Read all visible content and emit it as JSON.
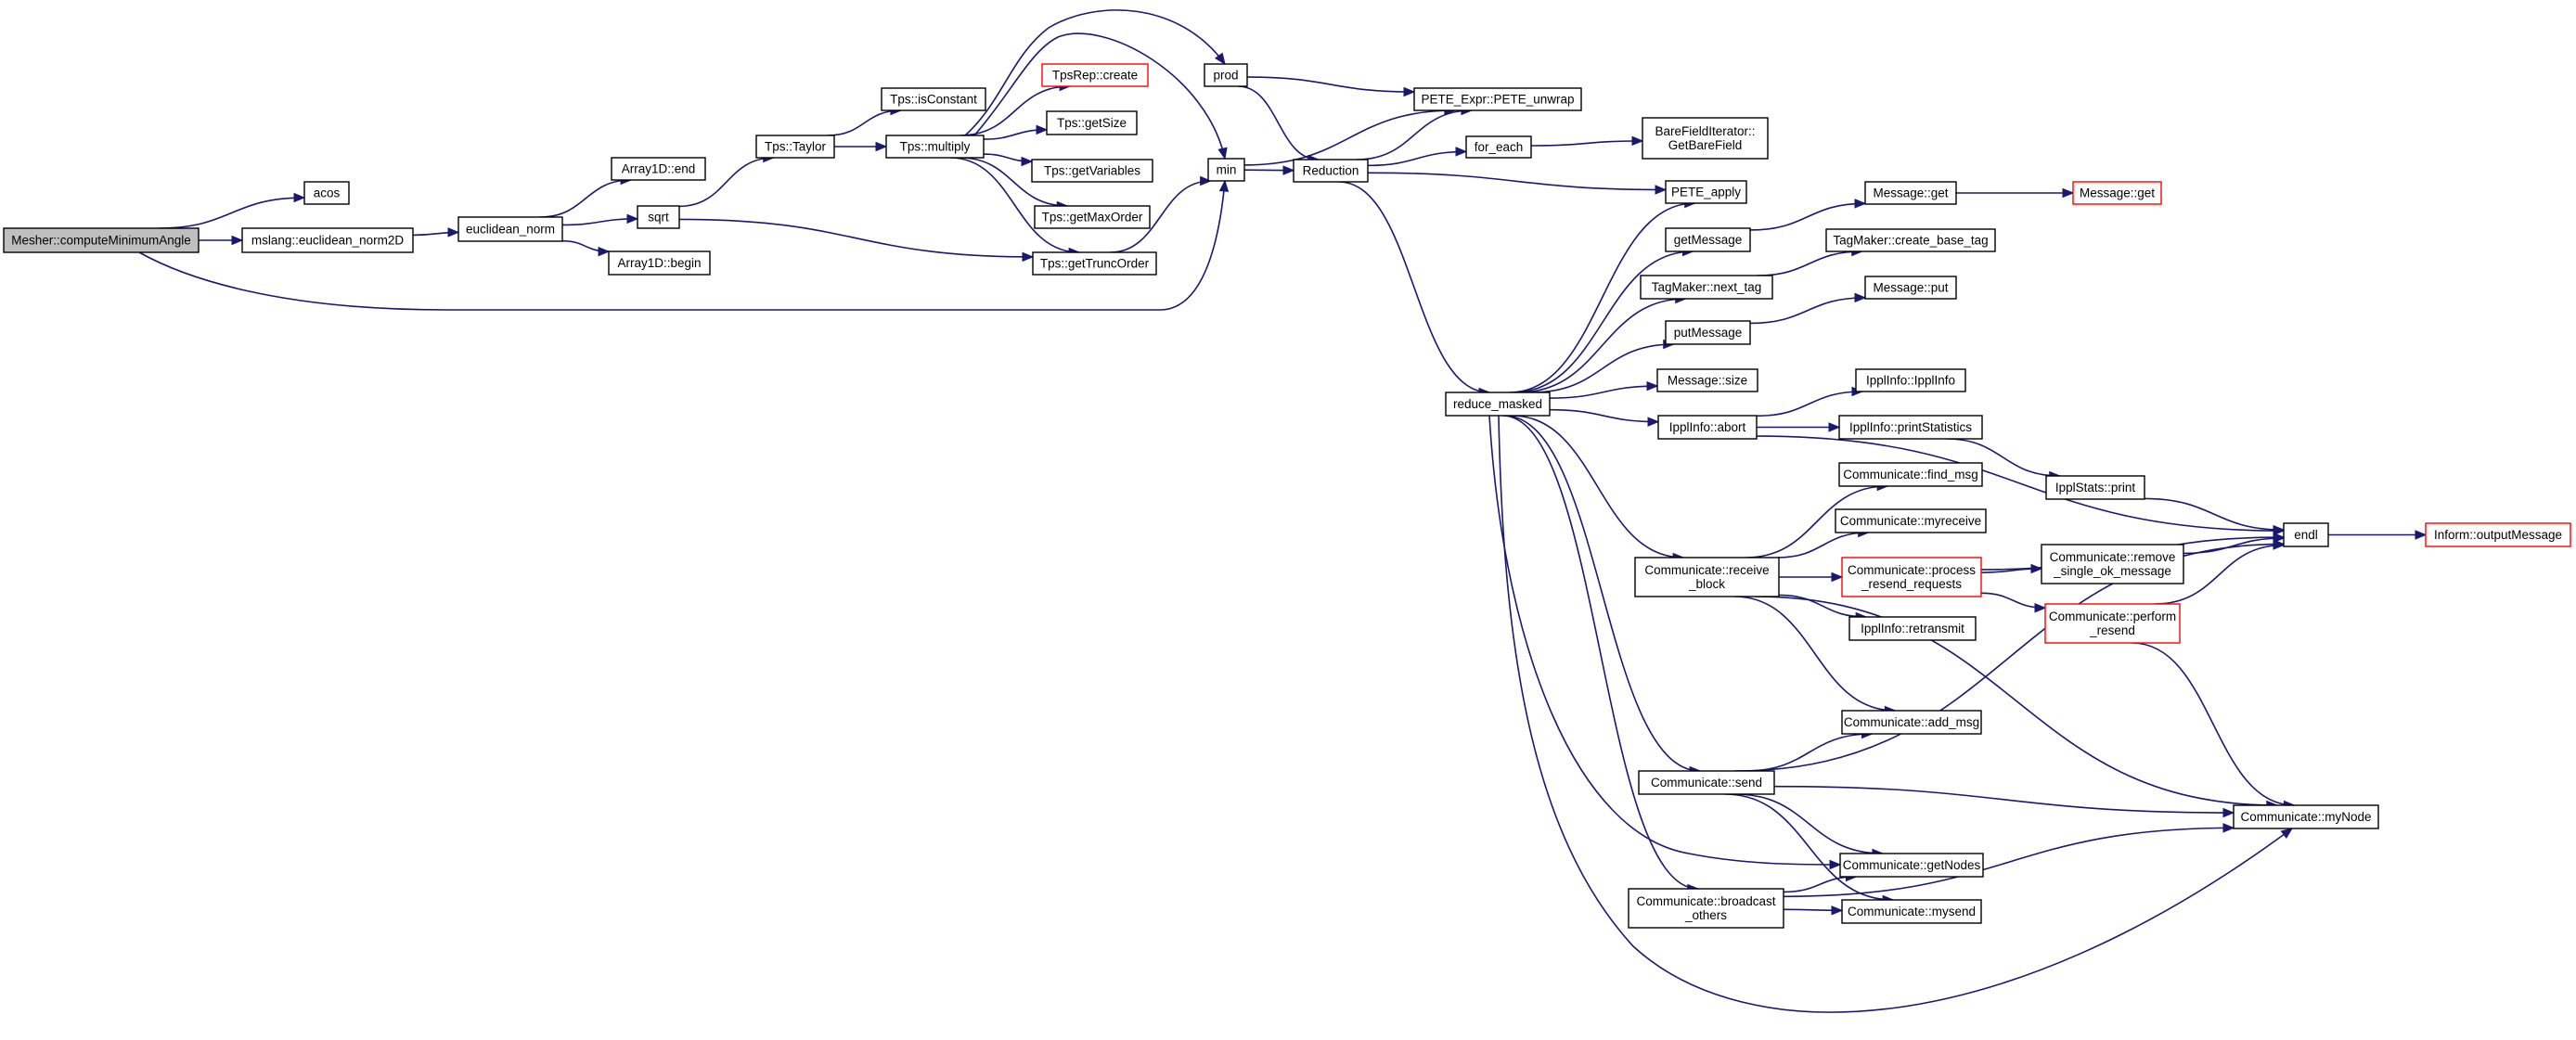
{
  "colors": {
    "edge": "#191970",
    "root_fill": "#bfbfbf",
    "truncated_border": "#ff0000"
  },
  "nodes": [
    {
      "id": "root",
      "label": "Mesher::computeMinimumAngle",
      "style": "root"
    },
    {
      "id": "acos",
      "label": "acos"
    },
    {
      "id": "mslang",
      "label": "mslang::euclidean_norm2D"
    },
    {
      "id": "enorm",
      "label": "euclidean_norm"
    },
    {
      "id": "a1end",
      "label": "Array1D::end"
    },
    {
      "id": "sqrt",
      "label": "sqrt"
    },
    {
      "id": "a1begin",
      "label": "Array1D::begin"
    },
    {
      "id": "taylor",
      "label": "Tps::Taylor"
    },
    {
      "id": "isconst",
      "label": "Tps::isConstant"
    },
    {
      "id": "mult",
      "label": "Tps::multiply"
    },
    {
      "id": "tpscreate",
      "label": "TpsRep::create",
      "style": "truncated"
    },
    {
      "id": "getsize",
      "label": "Tps::getSize"
    },
    {
      "id": "getvars",
      "label": "Tps::getVariables"
    },
    {
      "id": "getmax",
      "label": "Tps::getMaxOrder"
    },
    {
      "id": "gettrunc",
      "label": "Tps::getTruncOrder"
    },
    {
      "id": "prod",
      "label": "prod"
    },
    {
      "id": "min",
      "label": "min"
    },
    {
      "id": "reduction",
      "label": "Reduction"
    },
    {
      "id": "unwrap",
      "label": "PETE_Expr::PETE_unwrap"
    },
    {
      "id": "foreach",
      "label": "for_each"
    },
    {
      "id": "bare",
      "label": "BareFieldIterator::\nGetBareField"
    },
    {
      "id": "peteapply",
      "label": "PETE_apply"
    },
    {
      "id": "reduce",
      "label": "reduce_masked"
    },
    {
      "id": "getmsg",
      "label": "getMessage"
    },
    {
      "id": "msgget",
      "label": "Message::get"
    },
    {
      "id": "msgget2",
      "label": "Message::get",
      "style": "truncated"
    },
    {
      "id": "nexttag",
      "label": "TagMaker::next_tag"
    },
    {
      "id": "basetag",
      "label": "TagMaker::create_base_tag"
    },
    {
      "id": "putmsg",
      "label": "putMessage"
    },
    {
      "id": "msgput",
      "label": "Message::put"
    },
    {
      "id": "msgsize",
      "label": "Message::size"
    },
    {
      "id": "abort",
      "label": "IpplInfo::abort"
    },
    {
      "id": "ipplinfo",
      "label": "IpplInfo::IpplInfo"
    },
    {
      "id": "printstats",
      "label": "IpplInfo::printStatistics"
    },
    {
      "id": "statsprint",
      "label": "IpplStats::print"
    },
    {
      "id": "endl",
      "label": "endl"
    },
    {
      "id": "outmsg",
      "label": "Inform::outputMessage",
      "style": "truncated"
    },
    {
      "id": "findmsg",
      "label": "Communicate::find_msg"
    },
    {
      "id": "myrecv",
      "label": "Communicate::myreceive"
    },
    {
      "id": "recvblock",
      "label": "Communicate::receive\n_block"
    },
    {
      "id": "procresend",
      "label": "Communicate::process\n_resend_requests",
      "style": "truncated"
    },
    {
      "id": "removeok",
      "label": "Communicate::remove\n_single_ok_message"
    },
    {
      "id": "perfresend",
      "label": "Communicate::perform\n_resend",
      "style": "truncated"
    },
    {
      "id": "retransmit",
      "label": "IpplInfo::retransmit"
    },
    {
      "id": "addmsg",
      "label": "Communicate::add_msg"
    },
    {
      "id": "send",
      "label": "Communicate::send"
    },
    {
      "id": "mynode",
      "label": "Communicate::myNode"
    },
    {
      "id": "getnodes",
      "label": "Communicate::getNodes"
    },
    {
      "id": "bcast",
      "label": "Communicate::broadcast\n_others"
    },
    {
      "id": "mysend",
      "label": "Communicate::mysend"
    }
  ],
  "edges": [
    [
      "root",
      "acos"
    ],
    [
      "root",
      "mslang"
    ],
    [
      "root",
      "min"
    ],
    [
      "mslang",
      "enorm"
    ],
    [
      "enorm",
      "a1end"
    ],
    [
      "enorm",
      "sqrt"
    ],
    [
      "enorm",
      "a1begin"
    ],
    [
      "sqrt",
      "taylor"
    ],
    [
      "sqrt",
      "gettrunc"
    ],
    [
      "taylor",
      "isconst"
    ],
    [
      "taylor",
      "mult"
    ],
    [
      "mult",
      "tpscreate"
    ],
    [
      "mult",
      "getsize"
    ],
    [
      "mult",
      "getvars"
    ],
    [
      "mult",
      "getmax"
    ],
    [
      "mult",
      "gettrunc"
    ],
    [
      "mult",
      "prod"
    ],
    [
      "mult",
      "min"
    ],
    [
      "gettrunc",
      "min"
    ],
    [
      "prod",
      "unwrap"
    ],
    [
      "prod",
      "reduction"
    ],
    [
      "min",
      "unwrap"
    ],
    [
      "min",
      "reduction"
    ],
    [
      "reduction",
      "unwrap"
    ],
    [
      "reduction",
      "foreach"
    ],
    [
      "reduction",
      "peteapply"
    ],
    [
      "reduction",
      "reduce"
    ],
    [
      "foreach",
      "bare"
    ],
    [
      "reduce",
      "peteapply"
    ],
    [
      "reduce",
      "getmsg"
    ],
    [
      "reduce",
      "nexttag"
    ],
    [
      "reduce",
      "putmsg"
    ],
    [
      "reduce",
      "msgsize"
    ],
    [
      "reduce",
      "abort"
    ],
    [
      "reduce",
      "recvblock"
    ],
    [
      "reduce",
      "send"
    ],
    [
      "reduce",
      "getnodes"
    ],
    [
      "reduce",
      "bcast"
    ],
    [
      "reduce",
      "mynode"
    ],
    [
      "getmsg",
      "msgget"
    ],
    [
      "msgget",
      "msgget2"
    ],
    [
      "nexttag",
      "basetag"
    ],
    [
      "putmsg",
      "msgput"
    ],
    [
      "abort",
      "ipplinfo"
    ],
    [
      "abort",
      "printstats"
    ],
    [
      "abort",
      "endl"
    ],
    [
      "printstats",
      "statsprint"
    ],
    [
      "statsprint",
      "endl"
    ],
    [
      "endl",
      "outmsg"
    ],
    [
      "recvblock",
      "findmsg"
    ],
    [
      "recvblock",
      "myrecv"
    ],
    [
      "recvblock",
      "procresend"
    ],
    [
      "recvblock",
      "retransmit"
    ],
    [
      "recvblock",
      "addmsg"
    ],
    [
      "recvblock",
      "mynode"
    ],
    [
      "procresend",
      "endl"
    ],
    [
      "procresend",
      "removeok"
    ],
    [
      "procresend",
      "perfresend"
    ],
    [
      "removeok",
      "endl"
    ],
    [
      "perfresend",
      "endl"
    ],
    [
      "perfresend",
      "mynode"
    ],
    [
      "send",
      "addmsg"
    ],
    [
      "send",
      "getnodes"
    ],
    [
      "send",
      "mysend"
    ],
    [
      "send",
      "mynode"
    ],
    [
      "send",
      "endl"
    ],
    [
      "bcast",
      "getnodes"
    ],
    [
      "bcast",
      "mysend"
    ],
    [
      "bcast",
      "mynode"
    ]
  ]
}
